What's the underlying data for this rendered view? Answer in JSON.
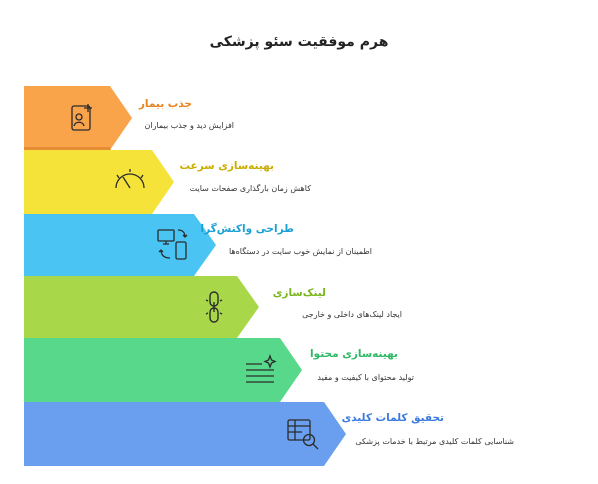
{
  "title": "هرم موفقیت سئو پزشکی",
  "levels": [
    {
      "label": "جذب بیمار",
      "desc": "افزایش دید و جذب بیماران",
      "color": "#f9a34b",
      "label_color": "#e8821a",
      "icon": "user-plus-icon"
    },
    {
      "label": "بهینه‌سازی سرعت",
      "desc": "کاهش زمان بارگذاری صفحات سایت",
      "color": "#f6e33a",
      "label_color": "#d4b800",
      "icon": "speedometer-icon"
    },
    {
      "label": "طراحی واکنش‌گرا",
      "desc": "اطمینان از نمایش خوب سایت در دستگاه‌ها",
      "color": "#4ac4f2",
      "label_color": "#1a9fd6",
      "icon": "devices-icon"
    },
    {
      "label": "لینک‌سازی",
      "desc": "ایجاد لینک‌های داخلی و خارجی",
      "color": "#a8d84a",
      "label_color": "#7ab51e",
      "icon": "link-icon"
    },
    {
      "label": "بهینه‌سازی محتوا",
      "desc": "تولید محتوای با کیفیت و مفید",
      "color": "#57d88a",
      "label_color": "#2db865",
      "icon": "content-sparkle-icon"
    },
    {
      "label": "تحقیق کلمات کلیدی",
      "desc": "شناسایی کلمات کلیدی مرتبط با خدمات پزشکی",
      "color": "#6a9ff0",
      "label_color": "#3a7ae0",
      "icon": "keyword-search-icon"
    }
  ]
}
